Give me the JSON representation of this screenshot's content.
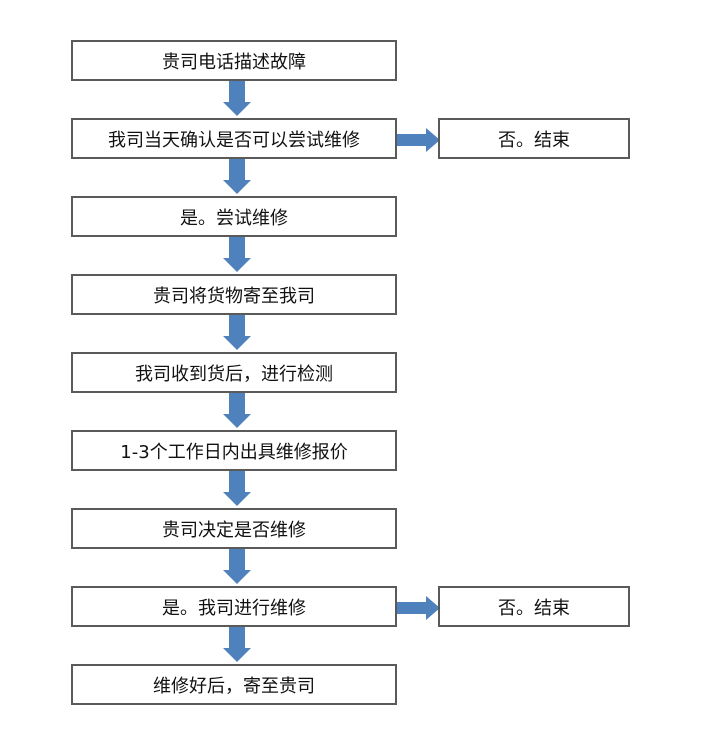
{
  "flowchart": {
    "steps": [
      "贵司电话描述故障",
      "我司当天确认是否可以尝试维修",
      "是。尝试维修",
      "贵司将货物寄至我司",
      "我司收到货后，进行检测",
      "1-3个工作日内出具维修报价",
      "贵司决定是否维修",
      "是。我司进行维修",
      "维修好后，寄至贵司"
    ],
    "branch_1": "否。结束",
    "branch_2": "否。结束"
  },
  "colors": {
    "arrow": "#4f81bd",
    "box_border": "#5a5a5a"
  }
}
